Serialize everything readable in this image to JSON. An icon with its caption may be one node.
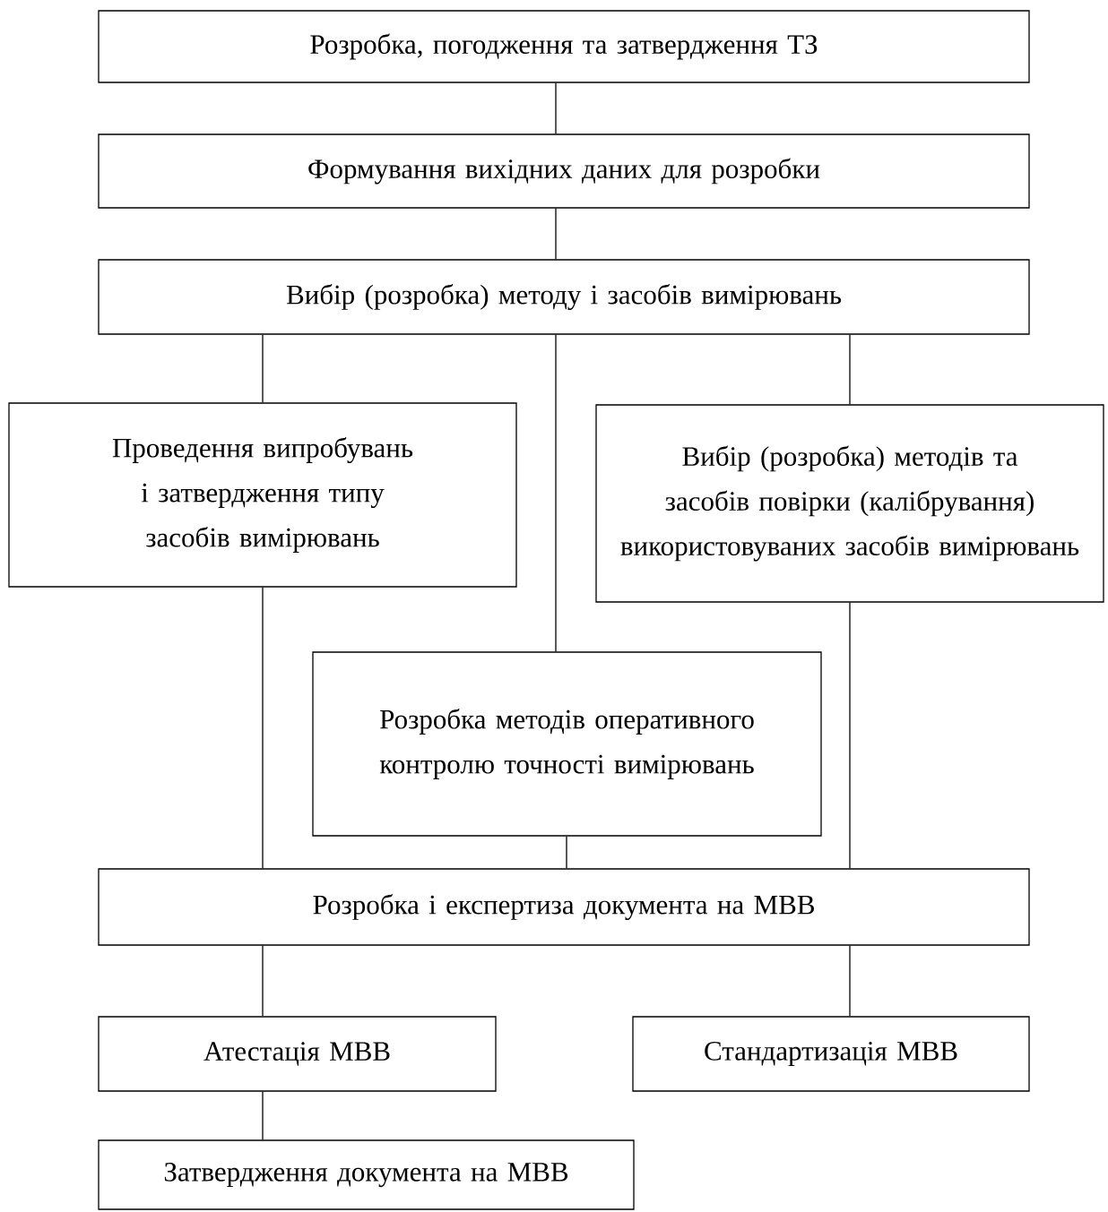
{
  "diagram": {
    "nodes": [
      {
        "text": [
          "Розробка, погодження та затвердження ТЗ"
        ]
      },
      {
        "text": [
          "Формування вихідних даних для розробки"
        ]
      },
      {
        "text": [
          "Вибір (розробка) методу і засобів вимірювань"
        ]
      },
      {
        "text": [
          "Проведення випробувань і затвердження типу засобів вимірювань"
        ]
      },
      {
        "text": [
          "Вибір (розробка) методів та засобів повірки (калібрування) використовуваних засобів вимірювань"
        ]
      },
      {
        "text": [
          "Розробка методів оперативного контролю точності вимірювань"
        ]
      },
      {
        "text": [
          "Розробка і експертиза документа на МВВ"
        ]
      },
      {
        "text": [
          "Атестація МВВ"
        ]
      },
      {
        "text": [
          "Стандартизація МВВ"
        ]
      },
      {
        "text": [
          "Затвердження документа на МВВ"
        ]
      }
    ],
    "edges": [
      {
        "from": 0,
        "to": 1,
        "arrow": "none"
      },
      {
        "from": 1,
        "to": 2,
        "arrow": "none"
      },
      {
        "from": 2,
        "to": 3,
        "arrow": "none"
      },
      {
        "from": 2,
        "to": 5,
        "arrow": "none"
      },
      {
        "from": 2,
        "to": 4,
        "arrow": "none"
      },
      {
        "from": 3,
        "to": 6,
        "arrow": "none"
      },
      {
        "from": 5,
        "to": 6,
        "arrow": "none"
      },
      {
        "from": 4,
        "to": 6,
        "arrow": "none"
      },
      {
        "from": 6,
        "to": 7,
        "arrow": "none"
      },
      {
        "from": 6,
        "to": 8,
        "arrow": "none"
      },
      {
        "from": 7,
        "to": 9,
        "arrow": "none"
      }
    ]
  }
}
